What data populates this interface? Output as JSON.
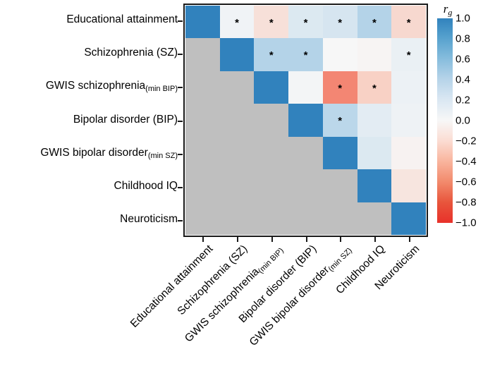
{
  "chart_data": {
    "type": "heatmap",
    "title": "",
    "xlabel": "",
    "ylabel": "",
    "colorbar_label": "r",
    "colorbar_label_sub": "g",
    "colorbar_ticks": [
      "1.0",
      "0.8",
      "0.6",
      "0.4",
      "0.2",
      "0.0",
      "−0.2",
      "−0.4",
      "−0.6",
      "−0.8",
      "−1.0"
    ],
    "colorbar_range": [
      -1.0,
      1.0
    ],
    "colormap": "RdBu (blue positive, red negative)",
    "masked_color": "#bfbfbf",
    "diagonal_value": 1.0,
    "significance_marker": "*",
    "categories": [
      {
        "main": "Educational attainment",
        "sub": ""
      },
      {
        "main": "Schizophrenia (SZ)",
        "sub": ""
      },
      {
        "main": "GWIS schizophrenia",
        "sub": "(min BIP)"
      },
      {
        "main": "Bipolar disorder (BIP)",
        "sub": ""
      },
      {
        "main": "GWIS bipolar disorder",
        "sub": "(min SZ)"
      },
      {
        "main": "Childhood IQ",
        "sub": ""
      },
      {
        "main": "Neuroticism",
        "sub": ""
      }
    ],
    "matrix": [
      [
        1.0,
        0.05,
        -0.15,
        0.2,
        0.25,
        0.5,
        -0.2
      ],
      [
        null,
        1.0,
        0.5,
        0.5,
        0.0,
        -0.02,
        0.1
      ],
      [
        null,
        null,
        1.0,
        0.03,
        -0.65,
        -0.25,
        0.08
      ],
      [
        null,
        null,
        null,
        1.0,
        0.45,
        0.15,
        0.07
      ],
      [
        null,
        null,
        null,
        null,
        1.0,
        0.2,
        -0.03
      ],
      [
        null,
        null,
        null,
        null,
        null,
        1.0,
        -0.12
      ],
      [
        null,
        null,
        null,
        null,
        null,
        null,
        1.0
      ]
    ],
    "significant": [
      [
        false,
        true,
        true,
        true,
        true,
        true,
        true
      ],
      [
        false,
        false,
        true,
        true,
        false,
        false,
        true
      ],
      [
        false,
        false,
        false,
        false,
        true,
        true,
        false
      ],
      [
        false,
        false,
        false,
        false,
        true,
        false,
        false
      ],
      [
        false,
        false,
        false,
        false,
        false,
        false,
        false
      ],
      [
        false,
        false,
        false,
        false,
        false,
        false,
        false
      ],
      [
        false,
        false,
        false,
        false,
        false,
        false,
        false
      ]
    ]
  }
}
